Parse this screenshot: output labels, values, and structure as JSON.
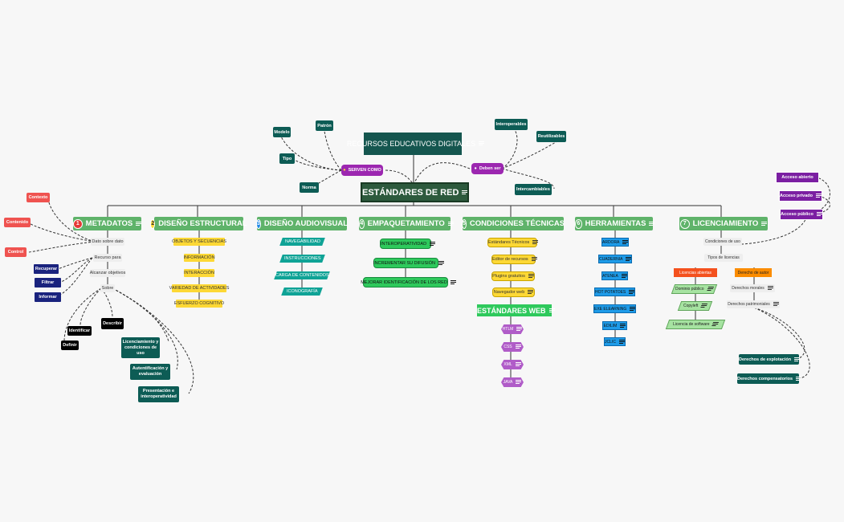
{
  "root": "ESTÁNDARES DE RED",
  "top": "RECURSOS EDUCATIVOS DIGITALES",
  "serven": {
    "label": "SERVEN COMO",
    "items": [
      "Modelo",
      "Patrón",
      "Tipo",
      "Norma"
    ]
  },
  "deben": {
    "label": "Deben ser",
    "items": [
      "Interoperables",
      "Reutilizables",
      "Intercambiables"
    ]
  },
  "branches": [
    {
      "num": "1",
      "label": "METADATOS"
    },
    {
      "num": "2",
      "label": "DISEÑO ESTRUCTURAL"
    },
    {
      "num": "3",
      "label": "DISEÑO AUDIOVISUAL"
    },
    {
      "num": "4",
      "label": "EMPAQUETAMIENTO"
    },
    {
      "num": "5",
      "label": "CONDICIONES TÉCNICAS"
    },
    {
      "num": "6",
      "label": "HERRAMIENTAS"
    },
    {
      "num": "7",
      "label": "LICENCIAMIENTO"
    }
  ],
  "metadatos": {
    "chain": [
      "Dato sobre dato",
      "Recurso para",
      "Alcanzar objetivos",
      "Sobre"
    ],
    "red": [
      "Contexto",
      "Contenido",
      "Control"
    ],
    "navy": [
      "Recuperar",
      "Filtrar",
      "Informar"
    ],
    "black": [
      "Identificar",
      "Definir",
      "Describir"
    ],
    "teal": [
      "Licenciamiento y condiciones de uso",
      "Autentificación y evaluación",
      "Presentación e interoperatividad"
    ]
  },
  "estructural": [
    "OBJETOS Y SECUENCIAS",
    "INFORMACIÓN",
    "INTERACCIÓN",
    "VARIEDAD DE ACTIVIDADES",
    "ESFUERZO COGNITIVO"
  ],
  "audiovisual": [
    "NAVEGABILIDAD",
    "INSTRUCCIONES",
    "CARGA DE CONTENIDOS",
    "ICONOGRAFÍA"
  ],
  "empaquetamiento": [
    "INTEROPERATIVIDAD",
    "INCREMENTAR SU DIFUSIÓN",
    "MEJORAR IDENTIFICACIÓN DE LOS RED"
  ],
  "tecnicas": {
    "items": [
      "Estándares Técnicos",
      "Editor de recursos",
      "Plugins gratuitos",
      "Navegador web"
    ],
    "web": "ESTÁNDARES WEB",
    "web_items": [
      "HTLM",
      "CSS",
      "XML",
      "JAVA"
    ]
  },
  "herramientas": [
    "ARDORA",
    "CUADERNIA",
    "ATENEA",
    "HOT POTATOES",
    "EXE ELEARNING",
    "EDILIM",
    "JCLIC"
  ],
  "licencia": {
    "cond": "Condiciones de uso",
    "tipos": "Tipos de licencias",
    "libres": "Licencias abiertas",
    "autor": "Derecho de autor",
    "libre_items": [
      "Dominio público",
      "Copyleft",
      "Licencia de software"
    ],
    "autor_items": [
      "Derechos morales",
      "Derechos patrimoniales"
    ],
    "patrim_items": [
      "Derechos de explotación",
      "Derechos compensatorios"
    ],
    "acceso": [
      "Acceso abierto",
      "Acceso privado",
      "Acceso público"
    ]
  },
  "colors": {
    "root": "#2d5a3d",
    "branch": "#5fb36a",
    "dark": "#0d5c55",
    "purple": "#9c27b0"
  }
}
